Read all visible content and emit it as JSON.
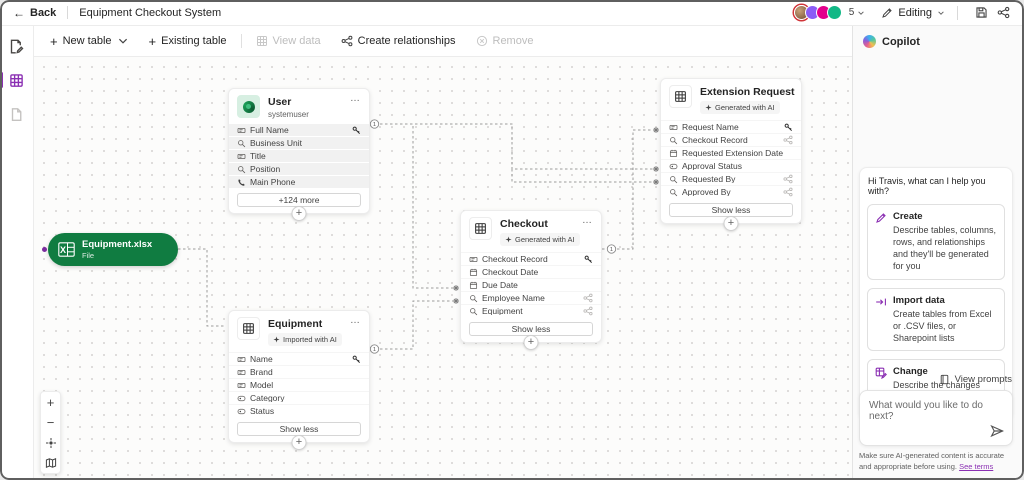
{
  "top_bar": {
    "back": "Back",
    "title": "Equipment Checkout System",
    "presence_count": "5",
    "mode": "Editing"
  },
  "toolbar": {
    "new_table": "New table",
    "existing_table": "Existing table",
    "view_data": "View data",
    "create_relationships": "Create relationships",
    "remove": "Remove"
  },
  "canvas": {
    "file_node": {
      "title": "Equipment.xlsx",
      "subtitle": "File"
    },
    "entities": [
      {
        "name": "User",
        "subtitle": "systemuser",
        "rows": [
          {
            "label": "Full Name",
            "type": "text",
            "key": true
          },
          {
            "label": "Business Unit",
            "type": "lookup"
          },
          {
            "label": "Title",
            "type": "text"
          },
          {
            "label": "Position",
            "type": "lookup"
          },
          {
            "label": "Main Phone",
            "type": "phone"
          }
        ],
        "footer": "+124 more"
      },
      {
        "name": "Extension Request",
        "badge": "Generated with AI",
        "rows": [
          {
            "label": "Request Name",
            "type": "text",
            "key": true
          },
          {
            "label": "Checkout Record",
            "type": "lookup",
            "rel": true
          },
          {
            "label": "Requested Extension Date",
            "type": "date"
          },
          {
            "label": "Approval Status",
            "type": "choice"
          },
          {
            "label": "Requested By",
            "type": "lookup",
            "rel": true
          },
          {
            "label": "Approved By",
            "type": "lookup",
            "rel": true
          }
        ],
        "footer": "Show less"
      },
      {
        "name": "Checkout",
        "badge": "Generated with AI",
        "rows": [
          {
            "label": "Checkout Record",
            "type": "text",
            "key": true
          },
          {
            "label": "Checkout Date",
            "type": "date"
          },
          {
            "label": "Due Date",
            "type": "date"
          },
          {
            "label": "Employee Name",
            "type": "lookup",
            "rel": true
          },
          {
            "label": "Equipment",
            "type": "lookup",
            "rel": true
          }
        ],
        "footer": "Show less"
      },
      {
        "name": "Equipment",
        "badge": "Imported with AI",
        "rows": [
          {
            "label": "Name",
            "type": "text",
            "key": true
          },
          {
            "label": "Brand",
            "type": "text"
          },
          {
            "label": "Model",
            "type": "text"
          },
          {
            "label": "Category",
            "type": "choice"
          },
          {
            "label": "Status",
            "type": "choice"
          }
        ],
        "footer": "Show less"
      }
    ]
  },
  "copilot": {
    "title": "Copilot",
    "greeting": "Hi Travis, what can I help you with?",
    "suggestions": [
      {
        "title": "Create",
        "description": "Describe tables, columns, rows, and relationships and they'll be generated for you"
      },
      {
        "title": "Import data",
        "description": "Create tables from Excel or .CSV files, or Sharepoint lists"
      },
      {
        "title": "Change",
        "description": "Describe the changes you'd like to make"
      }
    ],
    "view_prompts": "View prompts",
    "input_placeholder": "What would you like to do next?",
    "disclaimer": "Make sure AI-generated content is accurate and appropriate before using.",
    "terms": "See terms"
  }
}
